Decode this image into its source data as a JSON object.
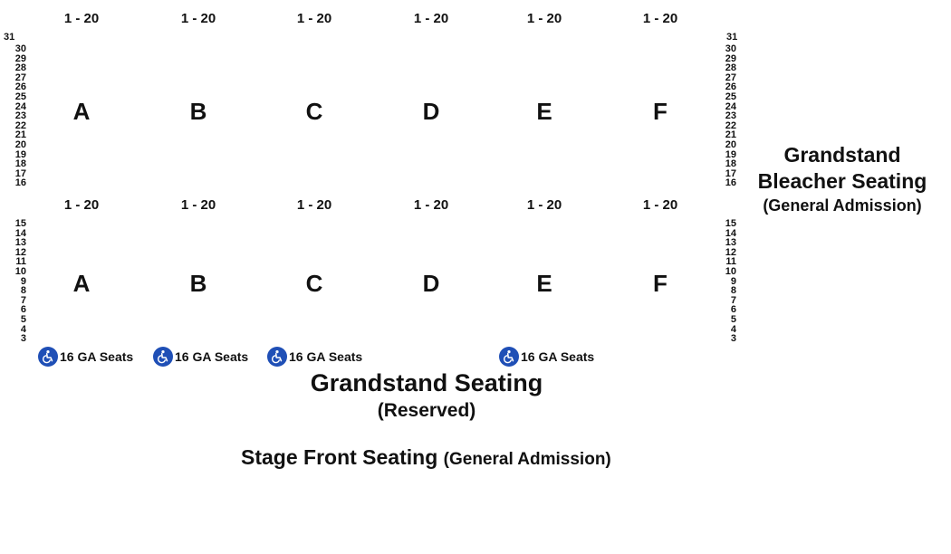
{
  "seat_range": "1 - 20",
  "sections": [
    "A",
    "B",
    "C",
    "D",
    "E",
    "F"
  ],
  "upper_rows": [
    "30",
    "29",
    "28",
    "27",
    "26",
    "25",
    "24",
    "23",
    "22",
    "21",
    "20",
    "19",
    "18",
    "17",
    "16"
  ],
  "top_row": "31",
  "lower_rows": [
    "15",
    "14",
    "13",
    "12",
    "11",
    "10",
    "9",
    "8",
    "7",
    "6",
    "5",
    "4",
    "3"
  ],
  "accessible_label": "16 GA Seats",
  "accessible_color": "#1f4fb6",
  "bleacher": {
    "line1": "Grandstand",
    "line2": "Bleacher Seating",
    "line3": "(General Admission)"
  },
  "grandstand": {
    "title": "Grandstand Seating",
    "subtitle": "(Reserved)"
  },
  "stage": {
    "title": "Stage Front Seating",
    "subtitle": "(General Admission)"
  }
}
